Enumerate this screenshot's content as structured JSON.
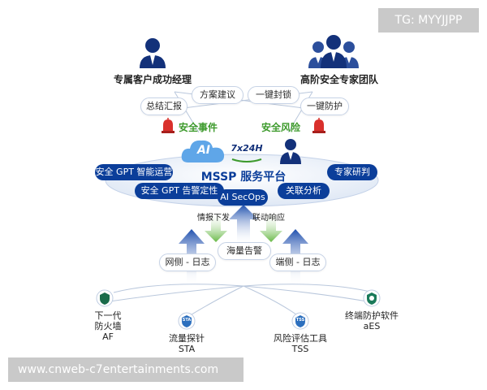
{
  "watermark_top": "TG: MYYJJPP",
  "watermark_bottom": "www.cnweb-c7entertainments.com",
  "roles": {
    "left": "专属客户成功经理",
    "right": "高阶安全专家团队"
  },
  "top_pills": {
    "solution": "方案建议",
    "summary": "总结汇报",
    "one_click_block": "一键封锁",
    "one_click_protect": "一键防护"
  },
  "alerts": {
    "event": "安全事件",
    "risk": "安全风险"
  },
  "badge_7x24": "7x24H",
  "ai_logo": "AI",
  "platform_title": "MSSP 服务平台",
  "platform_pills": {
    "gpt_ops": "安全 GPT 智能运营",
    "gpt_alert": "安全 GPT 告警定性",
    "secops": "AI SecOps",
    "correlation": "关联分析",
    "expert": "专家研判"
  },
  "flow_labels": {
    "intel": "情报下发",
    "response": "联动响应",
    "mass_alert": "海量告警"
  },
  "log_pills": {
    "network": "网侧 - 日志",
    "endpoint": "端侧 - 日志"
  },
  "products": {
    "af": "下一代\n防火墙 AF",
    "sta": "流量探针\nSTA",
    "tss": "风险评估工具\nTSS",
    "aes": "终端防护软件\naES"
  },
  "product_badges": {
    "sta": "STA",
    "tss": "TSS"
  },
  "colors": {
    "navy": "#0b3e9a",
    "green": "#3d9a2c",
    "red": "#d9302c",
    "sky": "#5fa6e8"
  }
}
